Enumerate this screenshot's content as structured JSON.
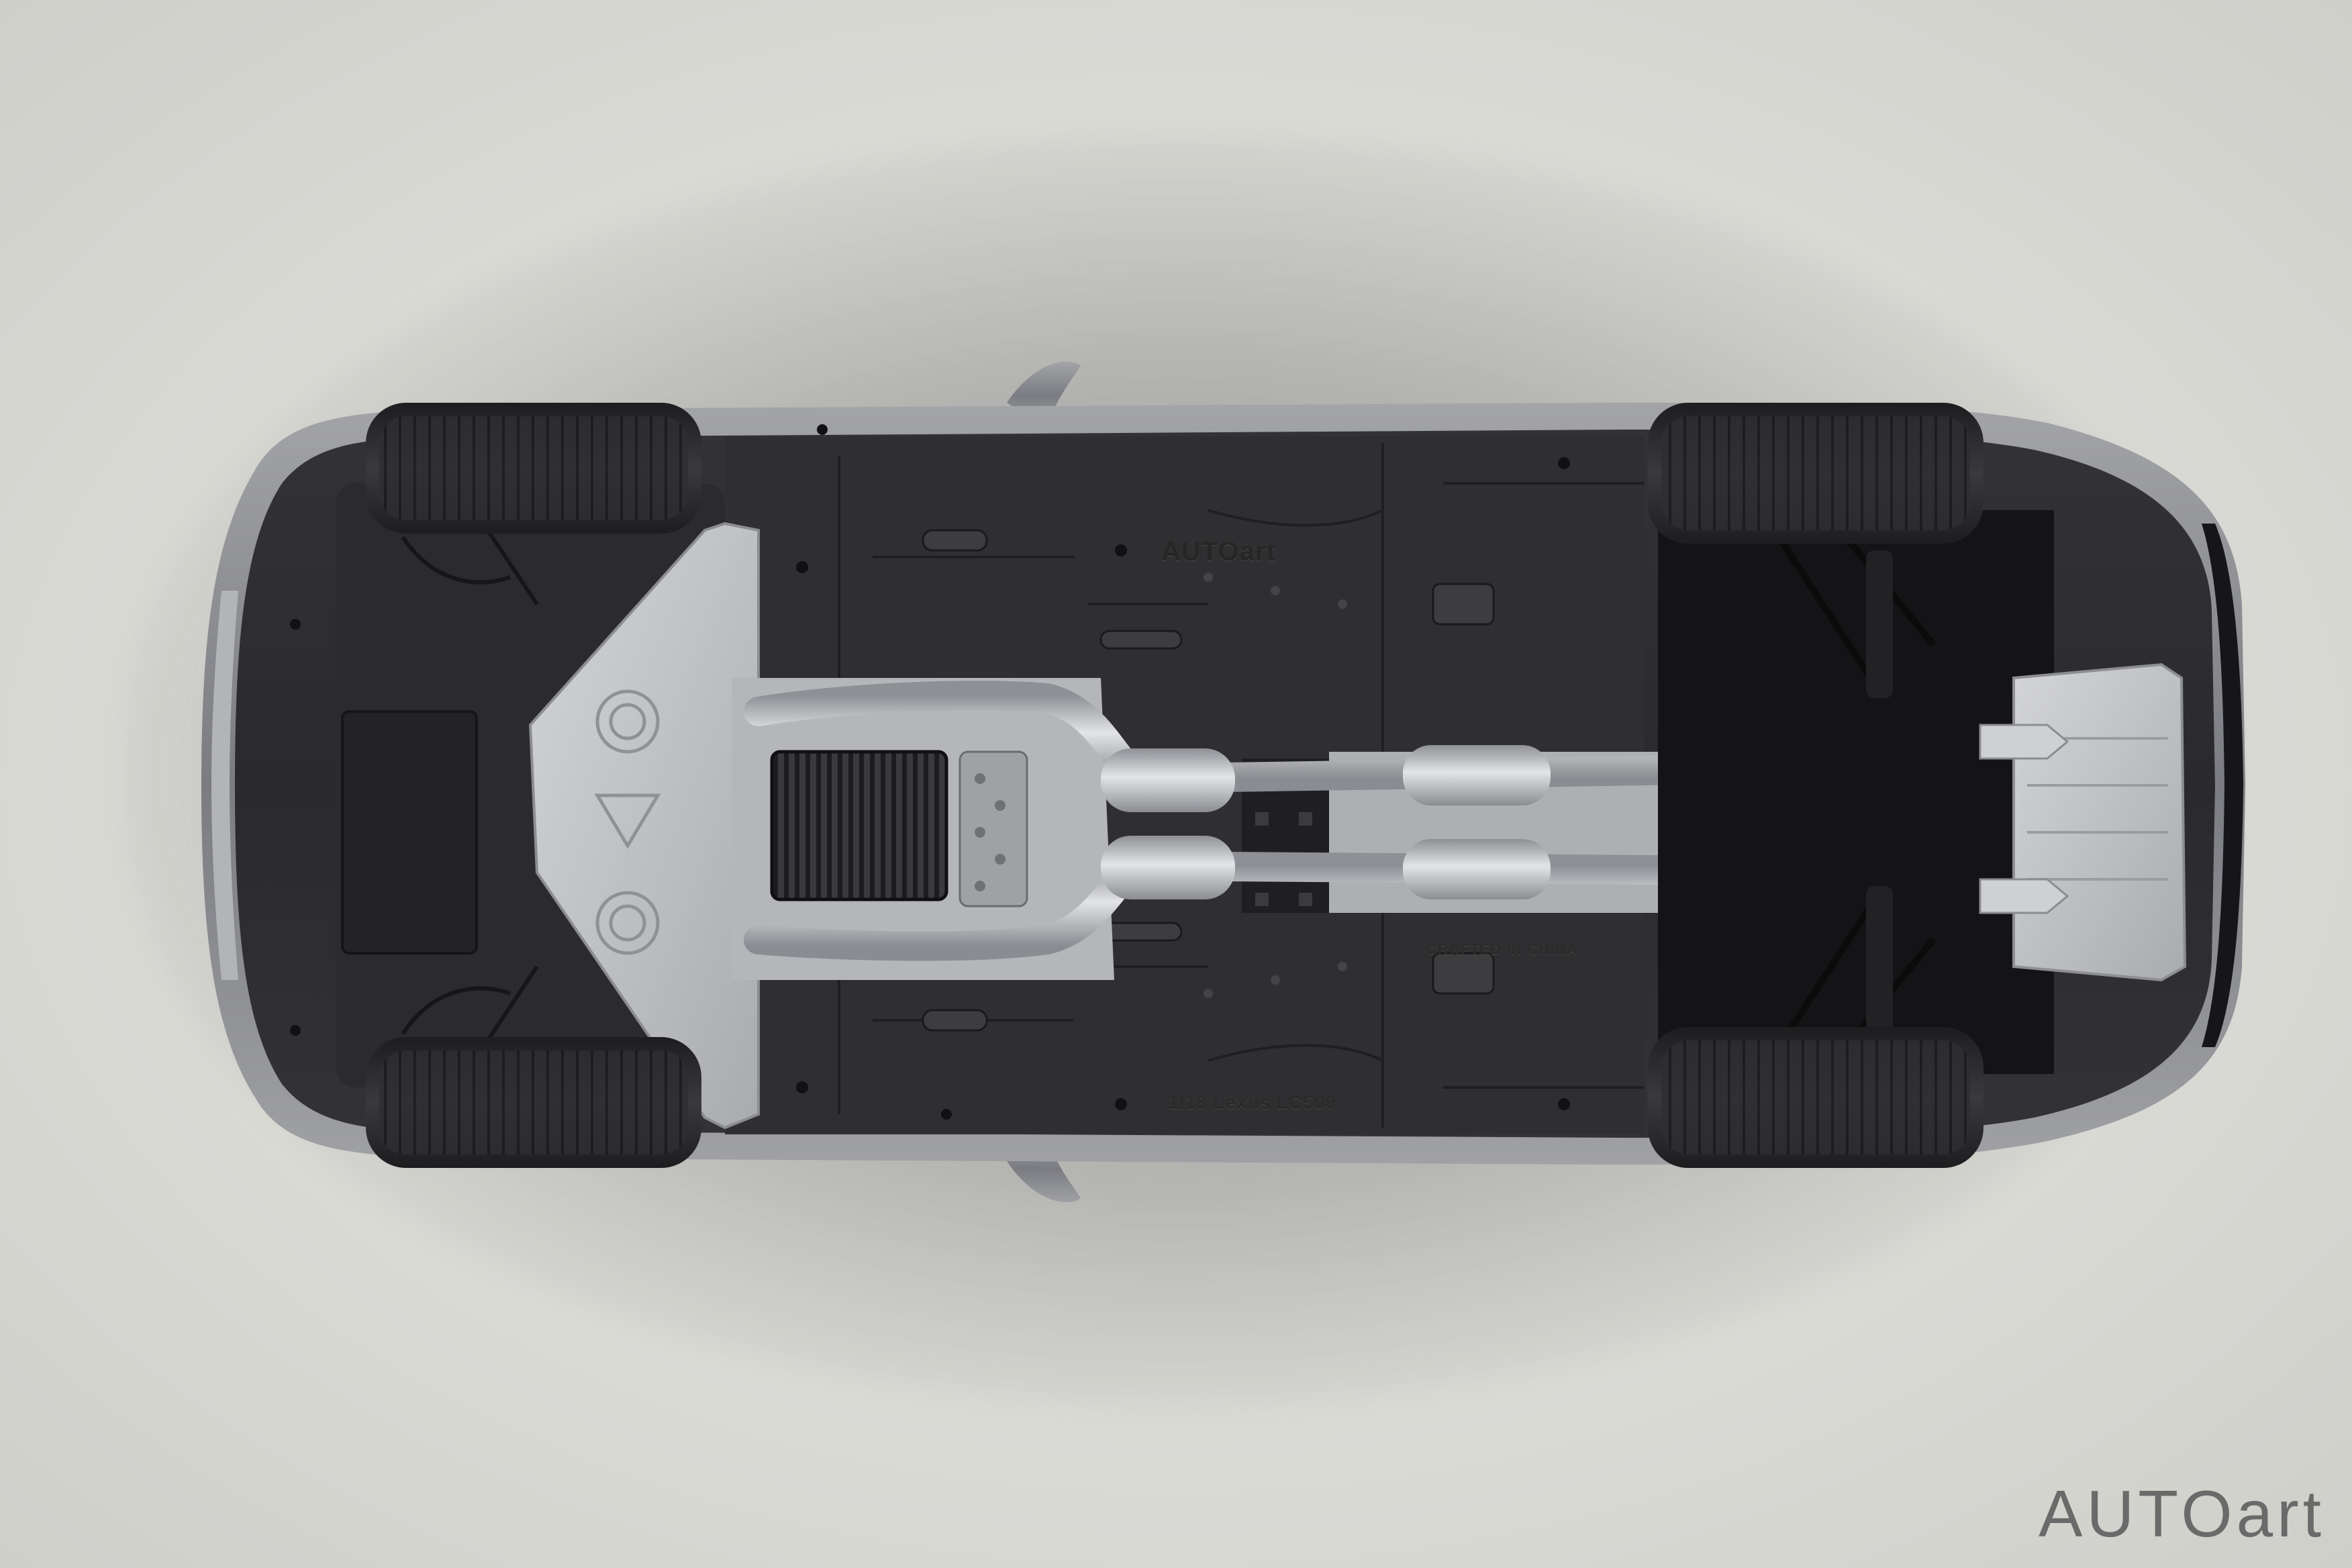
{
  "image": {
    "subject": "die-cast model car underside",
    "colors": {
      "background": "#dcdcd8",
      "chassis": "#2d2d2f",
      "body": "#8d8e93",
      "exhaust": "#bfc1c5",
      "tire": "#2a2a2c"
    }
  },
  "chassis_text": {
    "brand_mark": "AUTOart",
    "origin": "CRAFTED IN CHINA",
    "model": "1/18 Lexus LC500"
  },
  "watermark": {
    "text": "AUTOart"
  }
}
